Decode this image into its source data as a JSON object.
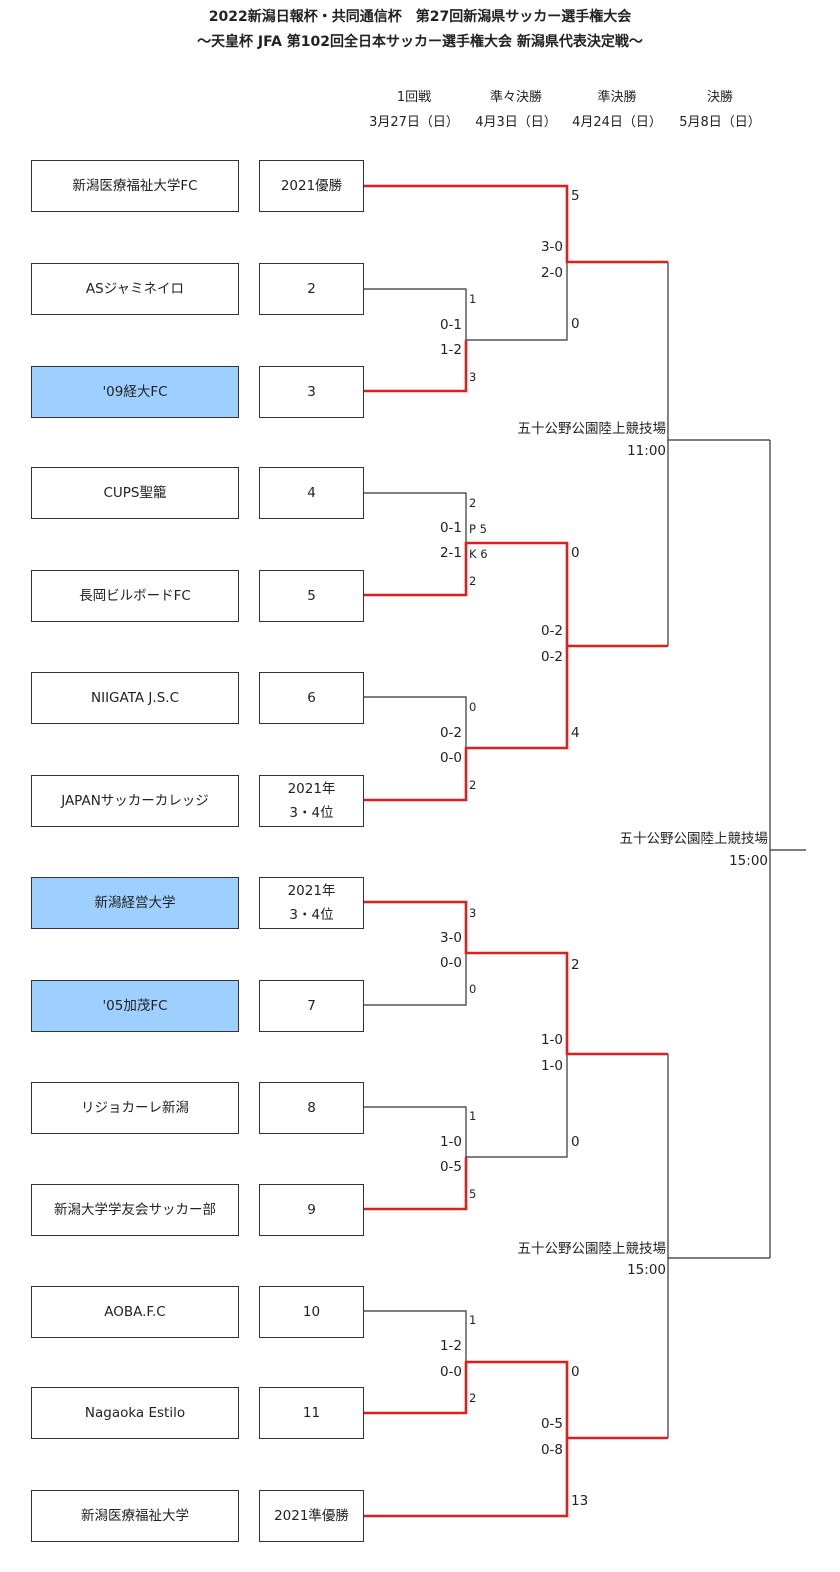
{
  "title": {
    "line1": "2022新潟日報杯・共同通信杯　第27回新潟県サッカー選手権大会",
    "line2": "～天皇杯 JFA 第102回全日本サッカー選手権大会 新潟県代表決定戦～"
  },
  "rounds": [
    {
      "name": "1回戦",
      "date": "3月27日（日）"
    },
    {
      "name": "準々決勝",
      "date": "4月3日（日）"
    },
    {
      "name": "準決勝",
      "date": "4月24日（日）"
    },
    {
      "name": "決勝",
      "date": "5月8日（日）"
    }
  ],
  "teams": [
    {
      "name": "新潟医療福祉大学FC",
      "seed": "2021優勝",
      "highlight": false
    },
    {
      "name": "ASジャミネイロ",
      "seed": "2",
      "highlight": false
    },
    {
      "name": "'09経大FC",
      "seed": "3",
      "highlight": true
    },
    {
      "name": "CUPS聖籠",
      "seed": "4",
      "highlight": false
    },
    {
      "name": "長岡ビルボードFC",
      "seed": "5",
      "highlight": false
    },
    {
      "name": "NIIGATA J.S.C",
      "seed": "6",
      "highlight": false
    },
    {
      "name": "JAPANサッカーカレッジ",
      "seed": "2021年\n3・4位",
      "highlight": false
    },
    {
      "name": "新潟経営大学",
      "seed": "2021年\n3・4位",
      "highlight": true
    },
    {
      "name": "'05加茂FC",
      "seed": "7",
      "highlight": true
    },
    {
      "name": "リジョカーレ新潟",
      "seed": "8",
      "highlight": false
    },
    {
      "name": "新潟大学学友会サッカー部",
      "seed": "9",
      "highlight": false
    },
    {
      "name": "AOBA.F.C",
      "seed": "10",
      "highlight": false
    },
    {
      "name": "Nagaoka Estilo",
      "seed": "11",
      "highlight": false
    },
    {
      "name": "新潟医療福祉大学",
      "seed": "2021準優勝",
      "highlight": false
    }
  ],
  "round1": [
    {
      "top_goals": "1",
      "bottom_goals": "3",
      "half1": "0-1",
      "half2": "1-2"
    },
    {
      "top_goals": "2",
      "bottom_goals": "2",
      "half1": "0-1",
      "half2": "2-1",
      "pk_top": "P 5",
      "pk_bottom": "K 6"
    },
    {
      "top_goals": "0",
      "bottom_goals": "2",
      "half1": "0-2",
      "half2": "0-0"
    },
    {
      "top_goals": "3",
      "bottom_goals": "0",
      "half1": "3-0",
      "half2": "0-0"
    },
    {
      "top_goals": "1",
      "bottom_goals": "5",
      "half1": "1-0",
      "half2": "0-5"
    },
    {
      "top_goals": "1",
      "bottom_goals": "2",
      "half1": "1-2",
      "half2": "0-0"
    }
  ],
  "quarterfinals": [
    {
      "top_goals": "5",
      "bottom_goals": "0",
      "half1": "3-0",
      "half2": "2-0"
    },
    {
      "top_goals": "0",
      "bottom_goals": "4",
      "half1": "0-2",
      "half2": "0-2"
    },
    {
      "top_goals": "2",
      "bottom_goals": "0",
      "half1": "1-0",
      "half2": "1-0"
    },
    {
      "top_goals": "0",
      "bottom_goals": "13",
      "half1": "0-5",
      "half2": "0-8"
    }
  ],
  "semifinals": [
    {
      "venue": "五十公野公園陸上競技場",
      "time": "11:00"
    },
    {
      "venue": "五十公野公園陸上競技場",
      "time": "15:00"
    }
  ],
  "final": {
    "venue": "五十公野公園陸上競技場",
    "time": "15:00"
  },
  "colors": {
    "winner_line": "#dd1f1f",
    "normal_line": "#333333",
    "highlight_box": "#9dcfff"
  }
}
